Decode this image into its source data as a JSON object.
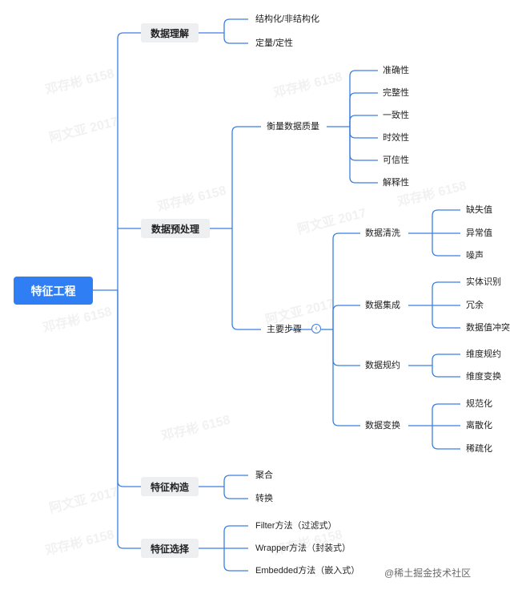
{
  "root": "特征工程",
  "groups": {
    "understand": {
      "label": "数据理解",
      "items": [
        "结构化/非结构化",
        "定量/定性"
      ]
    },
    "preprocess": {
      "label": "数据预处理",
      "quality": {
        "label": "衡量数据质量",
        "items": [
          "准确性",
          "完整性",
          "一致性",
          "时效性",
          "可信性",
          "解释性"
        ]
      },
      "steps": {
        "label": "主要步骤",
        "toggle_icon": "chevron-left-icon",
        "clean": {
          "label": "数据清洗",
          "items": [
            "缺失值",
            "异常值",
            "噪声"
          ]
        },
        "integrate": {
          "label": "数据集成",
          "items": [
            "实体识别",
            "冗余",
            "数据值冲突"
          ]
        },
        "reduce": {
          "label": "数据规约",
          "items": [
            "维度规约",
            "维度变换"
          ]
        },
        "transform": {
          "label": "数据变换",
          "items": [
            "规范化",
            "离散化",
            "稀疏化"
          ]
        }
      }
    },
    "construct": {
      "label": "特征构造",
      "items": [
        "聚合",
        "转换"
      ]
    },
    "select": {
      "label": "特征选择",
      "items": [
        "Filter方法（过滤式）",
        "Wrapper方法（封装式）",
        "Embedded方法（嵌入式）"
      ]
    }
  },
  "footer": "@稀土掘金技术社区",
  "watermark": [
    "邓存彬 6158",
    "阿文亚 2017"
  ],
  "colors": {
    "line": "#3a7fe0",
    "root_bg": "#2f7ef3",
    "main_bg": "#eeeff1"
  }
}
